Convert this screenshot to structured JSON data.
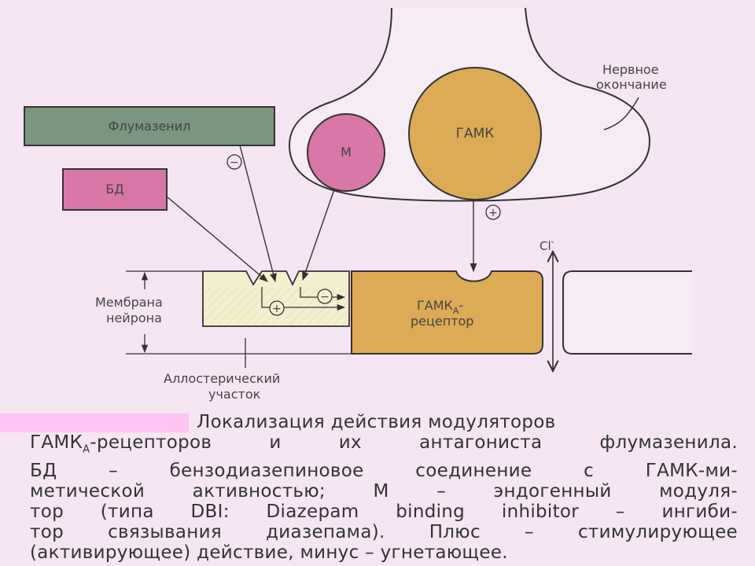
{
  "colors": {
    "background": "#f6e6f3",
    "flumazenil_box": "#7a9580",
    "bd_box": "#d978a8",
    "m_circle": "#d978a8",
    "gaba_circle": "#dcab55",
    "receptor": "#dcab55",
    "allosteric_site": "#f4efcf",
    "highlight_bar": "#ffc4f3"
  },
  "diagram": {
    "flumazenil": "Флумазенил",
    "bd": "БД",
    "m": "М",
    "gaba": "ГАМК",
    "nerve_ending_line1": "Нервное",
    "nerve_ending_line2": "окончание",
    "membrane_line1": "Мембрана",
    "membrane_line2": "нейрона",
    "receptor_line1_main": "ГАМК",
    "receptor_line1_sub": "А",
    "receptor_line1_tail": "-",
    "receptor_line2": "рецептор",
    "allosteric_line1": "Аллостерический",
    "allosteric_line2": "участок",
    "cl_label": "Cl",
    "cl_sup": "-",
    "minus_sign": "−",
    "plus_sign": "+"
  },
  "caption": {
    "line1": "Локализация действия модуляторов",
    "line2_a": "ГАМК",
    "line2_sub": "А",
    "line2_b": "-рецепторов и их антагониста флумазенила.",
    "line3": "БД – бензодиазепиновое соединение с ГАМК-ми-",
    "line4": "метической активностью; М – эндогенный модуля-",
    "line5": "тор (типа DBI: Diazepam binding inhibitor – ингиби-",
    "line6": "тор связывания диазепама). Плюс – стимулирующее",
    "line7": "(активирующее) действие, минус – угнетающее."
  }
}
